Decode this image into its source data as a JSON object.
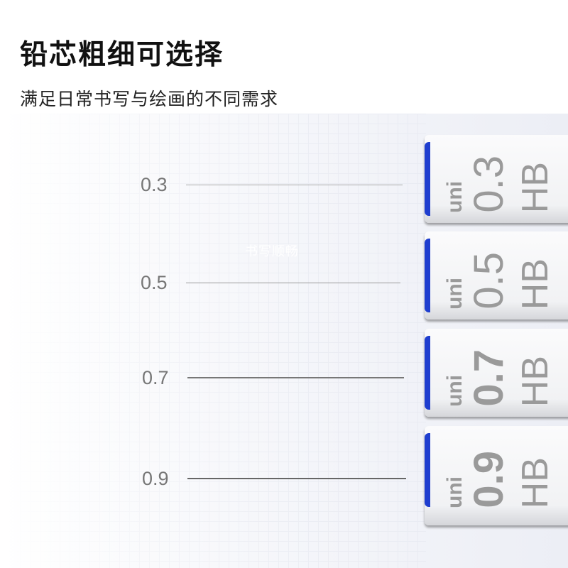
{
  "title": "铅芯粗细可选择",
  "subtitle": "满足日常书写与绘画的不同需求",
  "watermark": "书写顺畅",
  "samples": [
    {
      "label": "0.3"
    },
    {
      "label": "0.5"
    },
    {
      "label": "0.7"
    },
    {
      "label": "0.9"
    }
  ],
  "cases": [
    {
      "brand": "uni",
      "size": "0.3",
      "grade": "HB"
    },
    {
      "brand": "uni",
      "size": "0.5",
      "grade": "HB"
    },
    {
      "brand": "uni",
      "size": "0.7",
      "grade": "HB"
    },
    {
      "brand": "uni",
      "size": "0.9",
      "grade": "HB"
    }
  ],
  "colors": {
    "cap": "#1f3ecf",
    "case_text": "#9a9a9a"
  }
}
